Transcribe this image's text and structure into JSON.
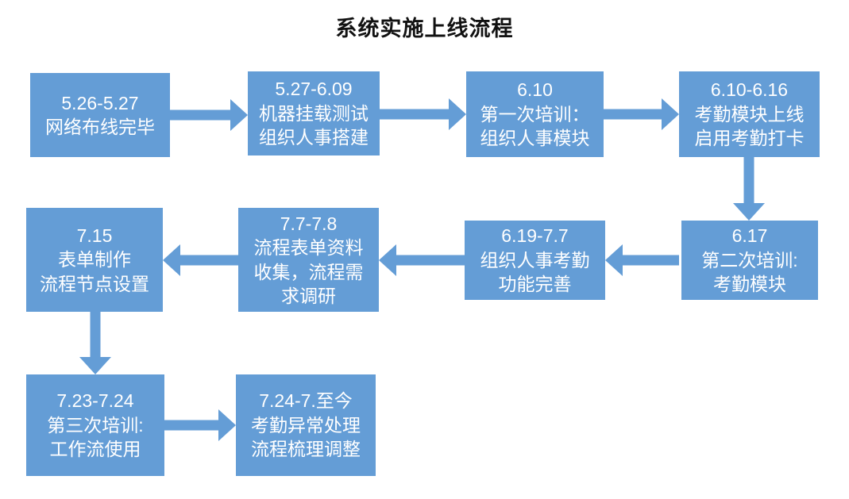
{
  "title": "系统实施上线流程",
  "accent_color": "#649dd6",
  "nodes": [
    {
      "id": "n1",
      "label": "5.26-5.27\n网络布线完毕"
    },
    {
      "id": "n2",
      "label": "5.27-6.09\n机器挂载测试\n组织人事搭建"
    },
    {
      "id": "n3",
      "label": "6.10\n第一次培训：\n组织人事模块"
    },
    {
      "id": "n4",
      "label": "6.10-6.16\n考勤模块上线\n启用考勤打卡"
    },
    {
      "id": "n5",
      "label": "6.17\n第二次培训:\n考勤模块"
    },
    {
      "id": "n6",
      "label": "6.19-7.7\n组织人事考勤\n功能完善"
    },
    {
      "id": "n7",
      "label": "7.7-7.8\n流程表单资料\n收集，流程需\n求调研"
    },
    {
      "id": "n8",
      "label": "7.15\n表单制作\n流程节点设置"
    },
    {
      "id": "n9",
      "label": "7.23-7.24\n第三次培训:\n工作流使用"
    },
    {
      "id": "n10",
      "label": "7.24-7.至今\n考勤异常处理\n流程梳理调整"
    }
  ],
  "edges": [
    {
      "from": "n1",
      "to": "n2",
      "direction": "right"
    },
    {
      "from": "n2",
      "to": "n3",
      "direction": "right"
    },
    {
      "from": "n3",
      "to": "n4",
      "direction": "right"
    },
    {
      "from": "n4",
      "to": "n5",
      "direction": "down"
    },
    {
      "from": "n5",
      "to": "n6",
      "direction": "left"
    },
    {
      "from": "n6",
      "to": "n7",
      "direction": "left"
    },
    {
      "from": "n7",
      "to": "n8",
      "direction": "left"
    },
    {
      "from": "n8",
      "to": "n9",
      "direction": "down"
    },
    {
      "from": "n9",
      "to": "n10",
      "direction": "right"
    }
  ]
}
